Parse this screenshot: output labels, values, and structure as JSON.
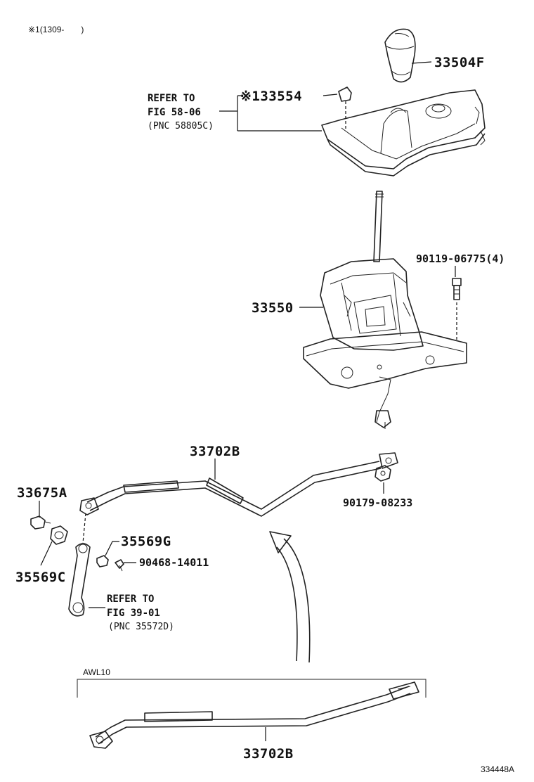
{
  "header_note": "※1(1309-　　)",
  "figure_code": "334448A",
  "variant_label": "AWL10",
  "parts": {
    "knob": "33504F",
    "p33554": "※133554",
    "bolt": "90119-06775(4)",
    "shift_assy": "33550",
    "cable_main": "33702B",
    "nut": "90179-08233",
    "p33675a": "33675A",
    "p35569g": "35569G",
    "clip": "90468-14011",
    "p35569c": "35569C",
    "cable_awl10": "33702B"
  },
  "refs": {
    "console": {
      "line1": "REFER TO",
      "line2": "FIG 58-06",
      "line3": "(PNC 58805C)"
    },
    "lever": {
      "line1": "REFER TO",
      "line2": "FIG 39-01",
      "line3": "(PNC 35572D)"
    }
  }
}
